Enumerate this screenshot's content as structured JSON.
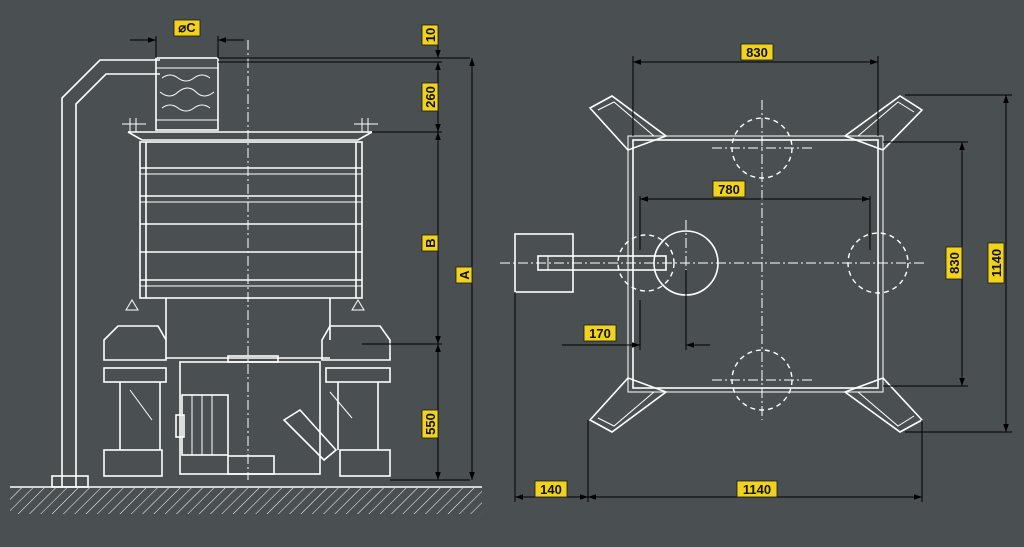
{
  "side_view": {
    "dim_diameter": "⌀C",
    "dim_top": "10",
    "dim_neck": "260",
    "dim_body": "B",
    "dim_total": "A",
    "dim_base": "550"
  },
  "plan_view": {
    "dim_top_width": "830",
    "dim_inner_width": "780",
    "dim_offset": "170",
    "dim_side_height": "830",
    "dim_overall_height": "1140",
    "dim_overhang": "140",
    "dim_overall_width": "1140"
  },
  "colors": {
    "background": "#4a5052",
    "linework": "#ffffff",
    "labels": "#f2d31b",
    "dimension_lines": "#000000"
  }
}
